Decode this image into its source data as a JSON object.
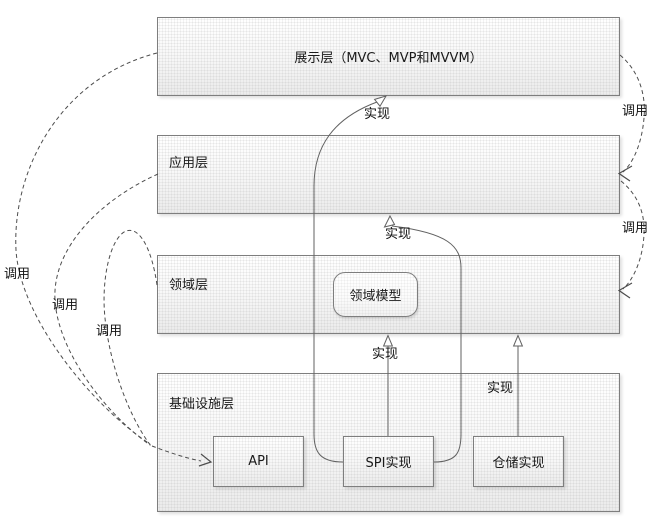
{
  "diagram": {
    "layers": [
      {
        "id": "presentation",
        "label": "展示层（MVC、MVP和MVVM）"
      },
      {
        "id": "application",
        "label": "应用层"
      },
      {
        "id": "domain",
        "label": "领域层"
      },
      {
        "id": "infrastructure",
        "label": "基础设施层"
      }
    ],
    "nodes": [
      {
        "id": "domain-model",
        "label": "领域模型"
      },
      {
        "id": "api",
        "label": "API"
      },
      {
        "id": "spi-impl",
        "label": "SPI实现"
      },
      {
        "id": "repo-impl",
        "label": "仓储实现"
      }
    ],
    "edges": [
      {
        "from": "SPI实现",
        "to": "展示层",
        "label": "实现",
        "style": "solid-hollow-arrow"
      },
      {
        "from": "SPI实现",
        "to": "应用层",
        "label": "实现",
        "style": "solid-hollow-arrow"
      },
      {
        "from": "SPI实现",
        "to": "领域层",
        "label": "实现",
        "style": "solid-hollow-arrow"
      },
      {
        "from": "仓储实现",
        "to": "领域层",
        "label": "实现",
        "style": "solid-hollow-arrow"
      },
      {
        "from": "展示层",
        "to": "API",
        "label": "调用",
        "style": "dashed-open-arrow"
      },
      {
        "from": "应用层",
        "to": "API",
        "label": "调用",
        "style": "dashed-open-arrow"
      },
      {
        "from": "领域层",
        "to": "API",
        "label": "调用",
        "style": "dashed-open-arrow"
      },
      {
        "from": "展示层",
        "to": "应用层",
        "label": "调用",
        "style": "dashed-open-arrow"
      },
      {
        "from": "应用层",
        "to": "领域层",
        "label": "调用",
        "style": "dashed-open-arrow"
      }
    ],
    "colors": {
      "box_border": "#7e7e7e",
      "box_fill_top": "#ffffff",
      "box_fill_bottom": "#ebebeb",
      "solid_line": "#616161",
      "dashed_line": "#4d4d4d",
      "text": "#1a1a1a"
    }
  }
}
